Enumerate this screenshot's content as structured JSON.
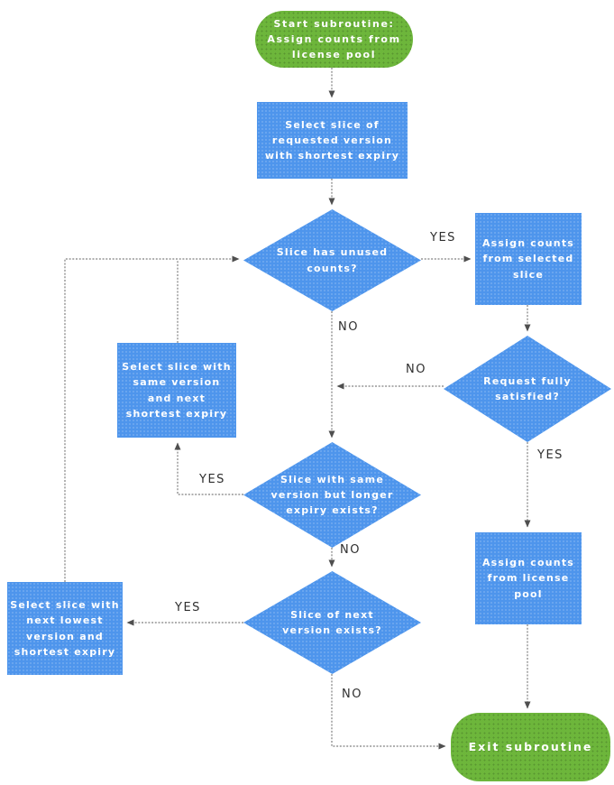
{
  "diagram": {
    "type": "flowchart",
    "nodes": {
      "start": "Start subroutine: Assign counts from license pool",
      "select_shortest": "Select slice of requested version with shortest expiry",
      "has_unused": "Slice has unused counts?",
      "assign_selected": "Assign counts from selected slice",
      "fully_satisfied": "Request fully satisfied?",
      "select_same_version": "Select slice with same version and next shortest expiry",
      "longer_expiry_exists": "Slice with same version but longer expiry exists?",
      "next_version_exists": "Slice of next version exists?",
      "select_next_lowest": "Select slice with next lowest version and shortest expiry",
      "assign_pool": "Assign counts from license pool",
      "exit": "Exit subroutine"
    },
    "edge_labels": {
      "has_unused_yes": "YES",
      "has_unused_no": "NO",
      "fully_satisfied_no": "NO",
      "fully_satisfied_yes": "YES",
      "longer_expiry_yes": "YES",
      "longer_expiry_no": "NO",
      "next_version_yes": "YES",
      "next_version_no": "NO"
    },
    "colors": {
      "process_fill": "#4e95ec",
      "terminator_fill": "#6db63b",
      "node_text": "#ffffff",
      "connector": "#7f7f7f",
      "edge_label_text": "#2f2f2f"
    }
  }
}
